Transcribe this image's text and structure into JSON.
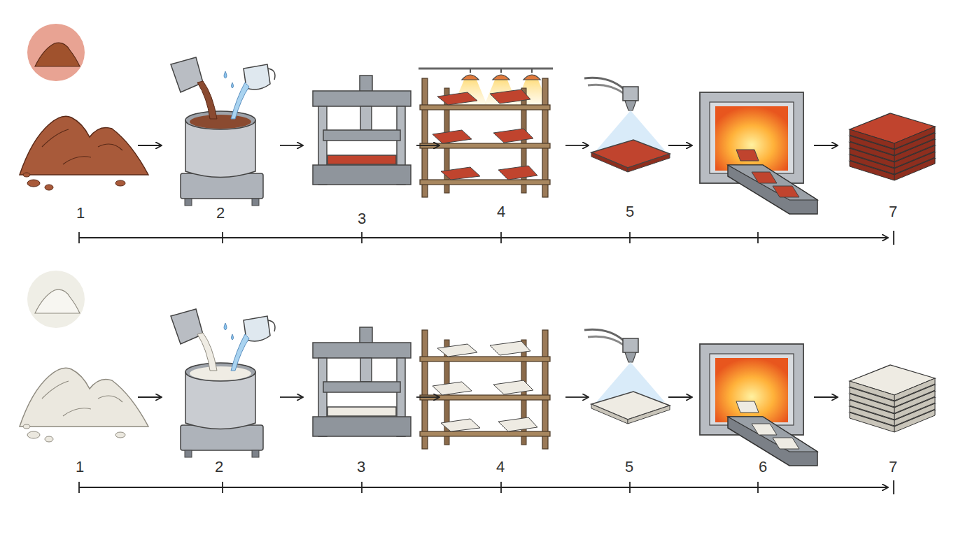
{
  "diagram": {
    "labels": [
      "1",
      "2",
      "3",
      "4",
      "5",
      "7",
      "1",
      "2",
      "3",
      "4",
      "5",
      "6",
      "7"
    ]
  }
}
